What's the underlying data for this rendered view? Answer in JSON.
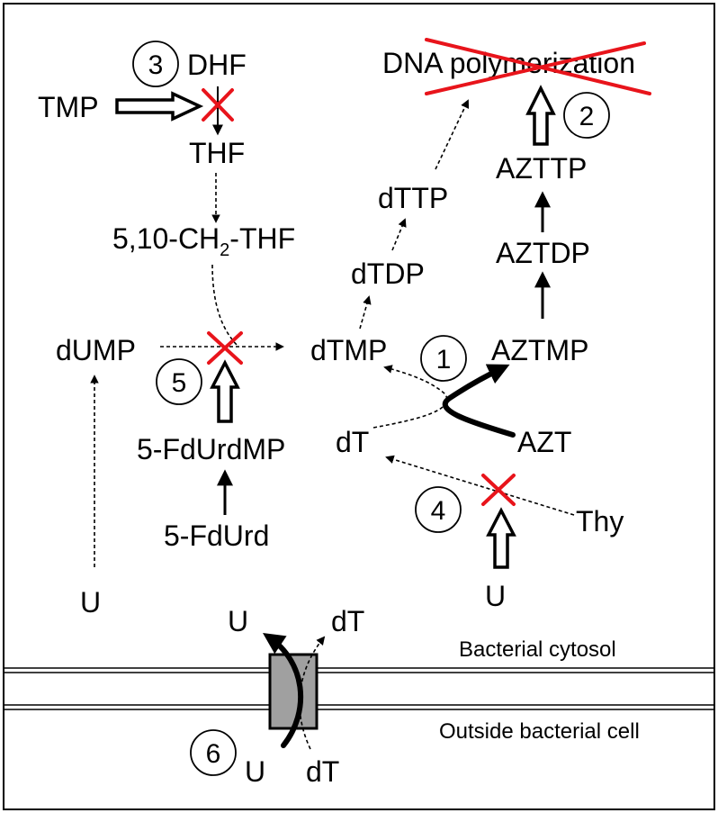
{
  "nodes": {
    "dhf": "DHF",
    "tmp": "TMP",
    "thf": "THF",
    "ch2thf_prefix": "5,10-CH",
    "ch2thf_sub": "2",
    "ch2thf_suffix": "-THF",
    "dna": "DNA polymerization",
    "azttp": "AZTTP",
    "aztdp": "AZTDP",
    "aztmp": "AZTMP",
    "dttp": "dTTP",
    "dtdp": "dTDP",
    "dtmp": "dTMP",
    "dump": "dUMP",
    "dt": "dT",
    "azt": "AZT",
    "fdurdmp": "5-FdUrdMP",
    "fdurd": "5-FdUrd",
    "thy": "Thy",
    "u_left": "U",
    "u_right": "U",
    "u_in": "U",
    "dt_in": "dT",
    "u_out": "U",
    "dt_out": "dT"
  },
  "steps": [
    "1",
    "2",
    "3",
    "4",
    "5",
    "6"
  ],
  "compartments": {
    "inside": "Bacterial cytosol",
    "outside": "Outside bacterial cell"
  },
  "colors": {
    "inhibition": "#e8141b",
    "transporter": "#a0a0a0"
  }
}
